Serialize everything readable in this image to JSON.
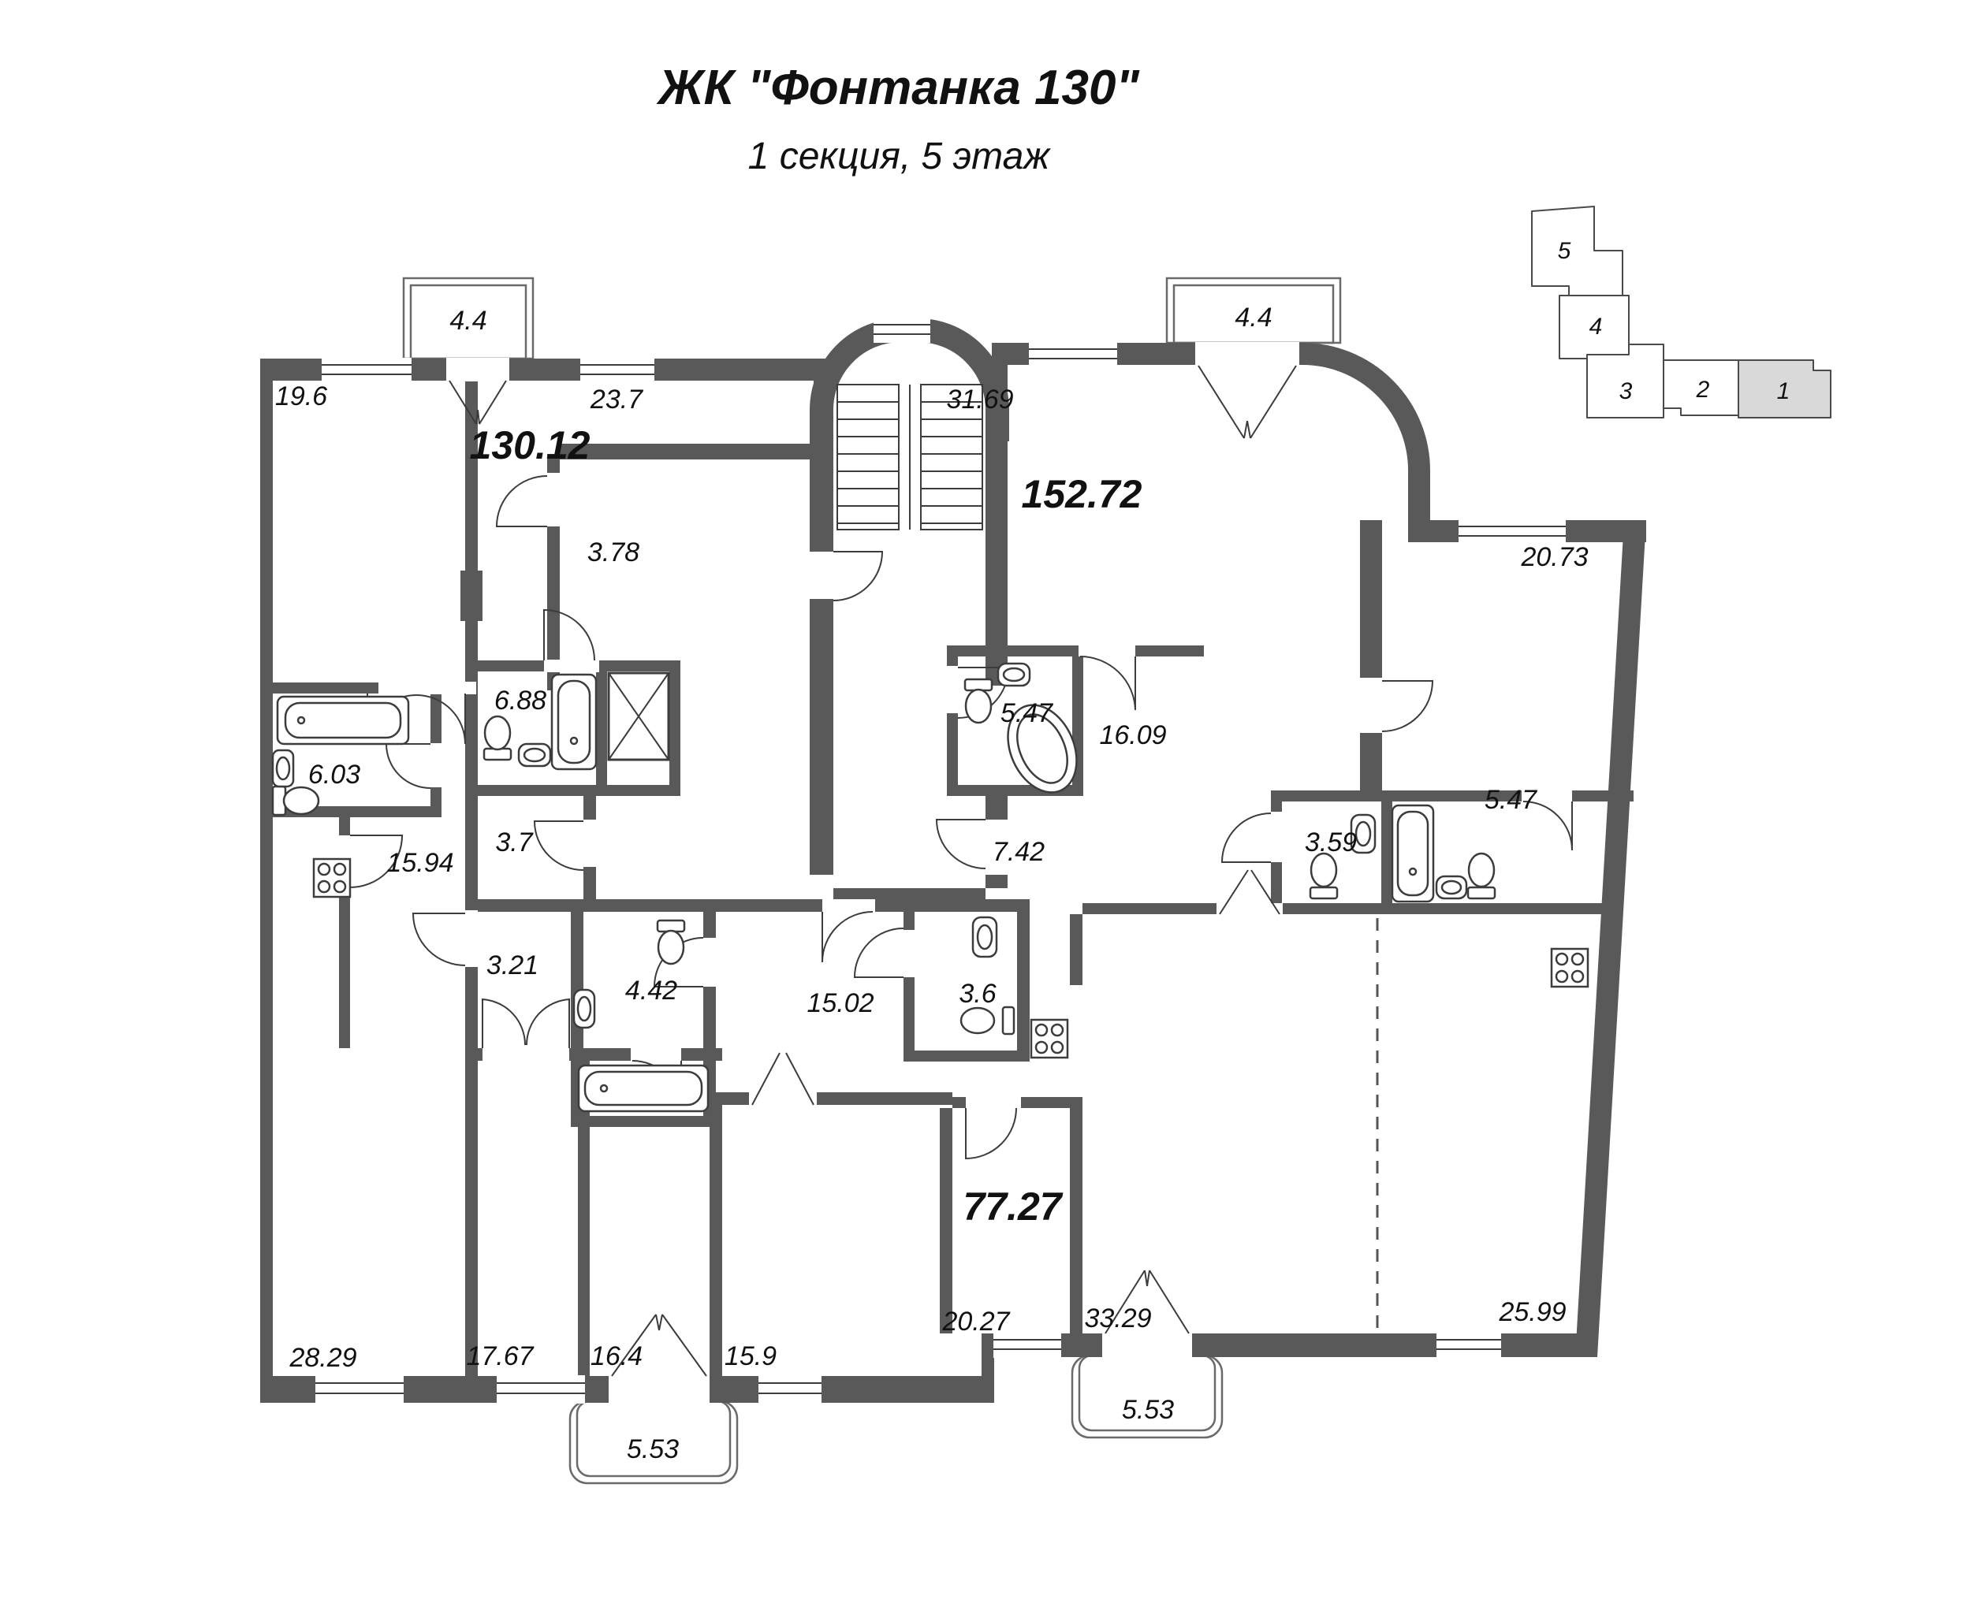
{
  "title": {
    "line1": "ЖК \"Фонтанка 130\"",
    "line2": "1 секция, 5 этаж"
  },
  "colors": {
    "wall": "#595959",
    "thin_line": "#3c3c3c",
    "text": "#111111",
    "locator_highlight": "#d9d9d9",
    "background": "#ffffff"
  },
  "locator": {
    "sections": [
      {
        "label": "5",
        "highlighted": false
      },
      {
        "label": "4",
        "highlighted": false
      },
      {
        "label": "3",
        "highlighted": false
      },
      {
        "label": "2",
        "highlighted": false
      },
      {
        "label": "1",
        "highlighted": true
      }
    ]
  },
  "room_labels": [
    {
      "id": "room-19.6",
      "area": "19.6",
      "type": "room"
    },
    {
      "id": "balcony-4.4-left",
      "area": "4.4",
      "type": "balcony"
    },
    {
      "id": "room-23.7",
      "area": "23.7",
      "type": "room"
    },
    {
      "id": "apt-130.12",
      "area": "130.12",
      "type": "apartment_total"
    },
    {
      "id": "room-31.69",
      "area": "31.69",
      "type": "room"
    },
    {
      "id": "balcony-4.4-right",
      "area": "4.4",
      "type": "balcony"
    },
    {
      "id": "apt-152.72",
      "area": "152.72",
      "type": "apartment_total"
    },
    {
      "id": "room-3.78",
      "area": "3.78",
      "type": "room"
    },
    {
      "id": "room-20.73",
      "area": "20.73",
      "type": "room"
    },
    {
      "id": "room-6.88",
      "area": "6.88",
      "type": "room"
    },
    {
      "id": "room-5.47-left",
      "area": "5.47",
      "type": "room"
    },
    {
      "id": "room-16.09",
      "area": "16.09",
      "type": "room"
    },
    {
      "id": "room-6.03",
      "area": "6.03",
      "type": "room"
    },
    {
      "id": "room-15.94",
      "area": "15.94",
      "type": "room"
    },
    {
      "id": "room-3.7",
      "area": "3.7",
      "type": "room"
    },
    {
      "id": "room-7.42",
      "area": "7.42",
      "type": "room"
    },
    {
      "id": "room-3.59",
      "area": "3.59",
      "type": "room"
    },
    {
      "id": "room-5.47-right",
      "area": "5.47",
      "type": "room"
    },
    {
      "id": "room-3.21",
      "area": "3.21",
      "type": "room"
    },
    {
      "id": "room-4.42",
      "area": "4.42",
      "type": "room"
    },
    {
      "id": "room-15.02",
      "area": "15.02",
      "type": "room"
    },
    {
      "id": "room-3.6",
      "area": "3.6",
      "type": "room"
    },
    {
      "id": "apt-77.27",
      "area": "77.27",
      "type": "apartment_total"
    },
    {
      "id": "room-28.29",
      "area": "28.29",
      "type": "room"
    },
    {
      "id": "room-17.67",
      "area": "17.67",
      "type": "room"
    },
    {
      "id": "room-16.4",
      "area": "16.4",
      "type": "room"
    },
    {
      "id": "room-15.9",
      "area": "15.9",
      "type": "room"
    },
    {
      "id": "room-20.27",
      "area": "20.27",
      "type": "room"
    },
    {
      "id": "room-33.29",
      "area": "33.29",
      "type": "room"
    },
    {
      "id": "room-25.99",
      "area": "25.99",
      "type": "room"
    },
    {
      "id": "balcony-5.53-left",
      "area": "5.53",
      "type": "balcony"
    },
    {
      "id": "balcony-5.53-right",
      "area": "5.53",
      "type": "balcony"
    }
  ]
}
